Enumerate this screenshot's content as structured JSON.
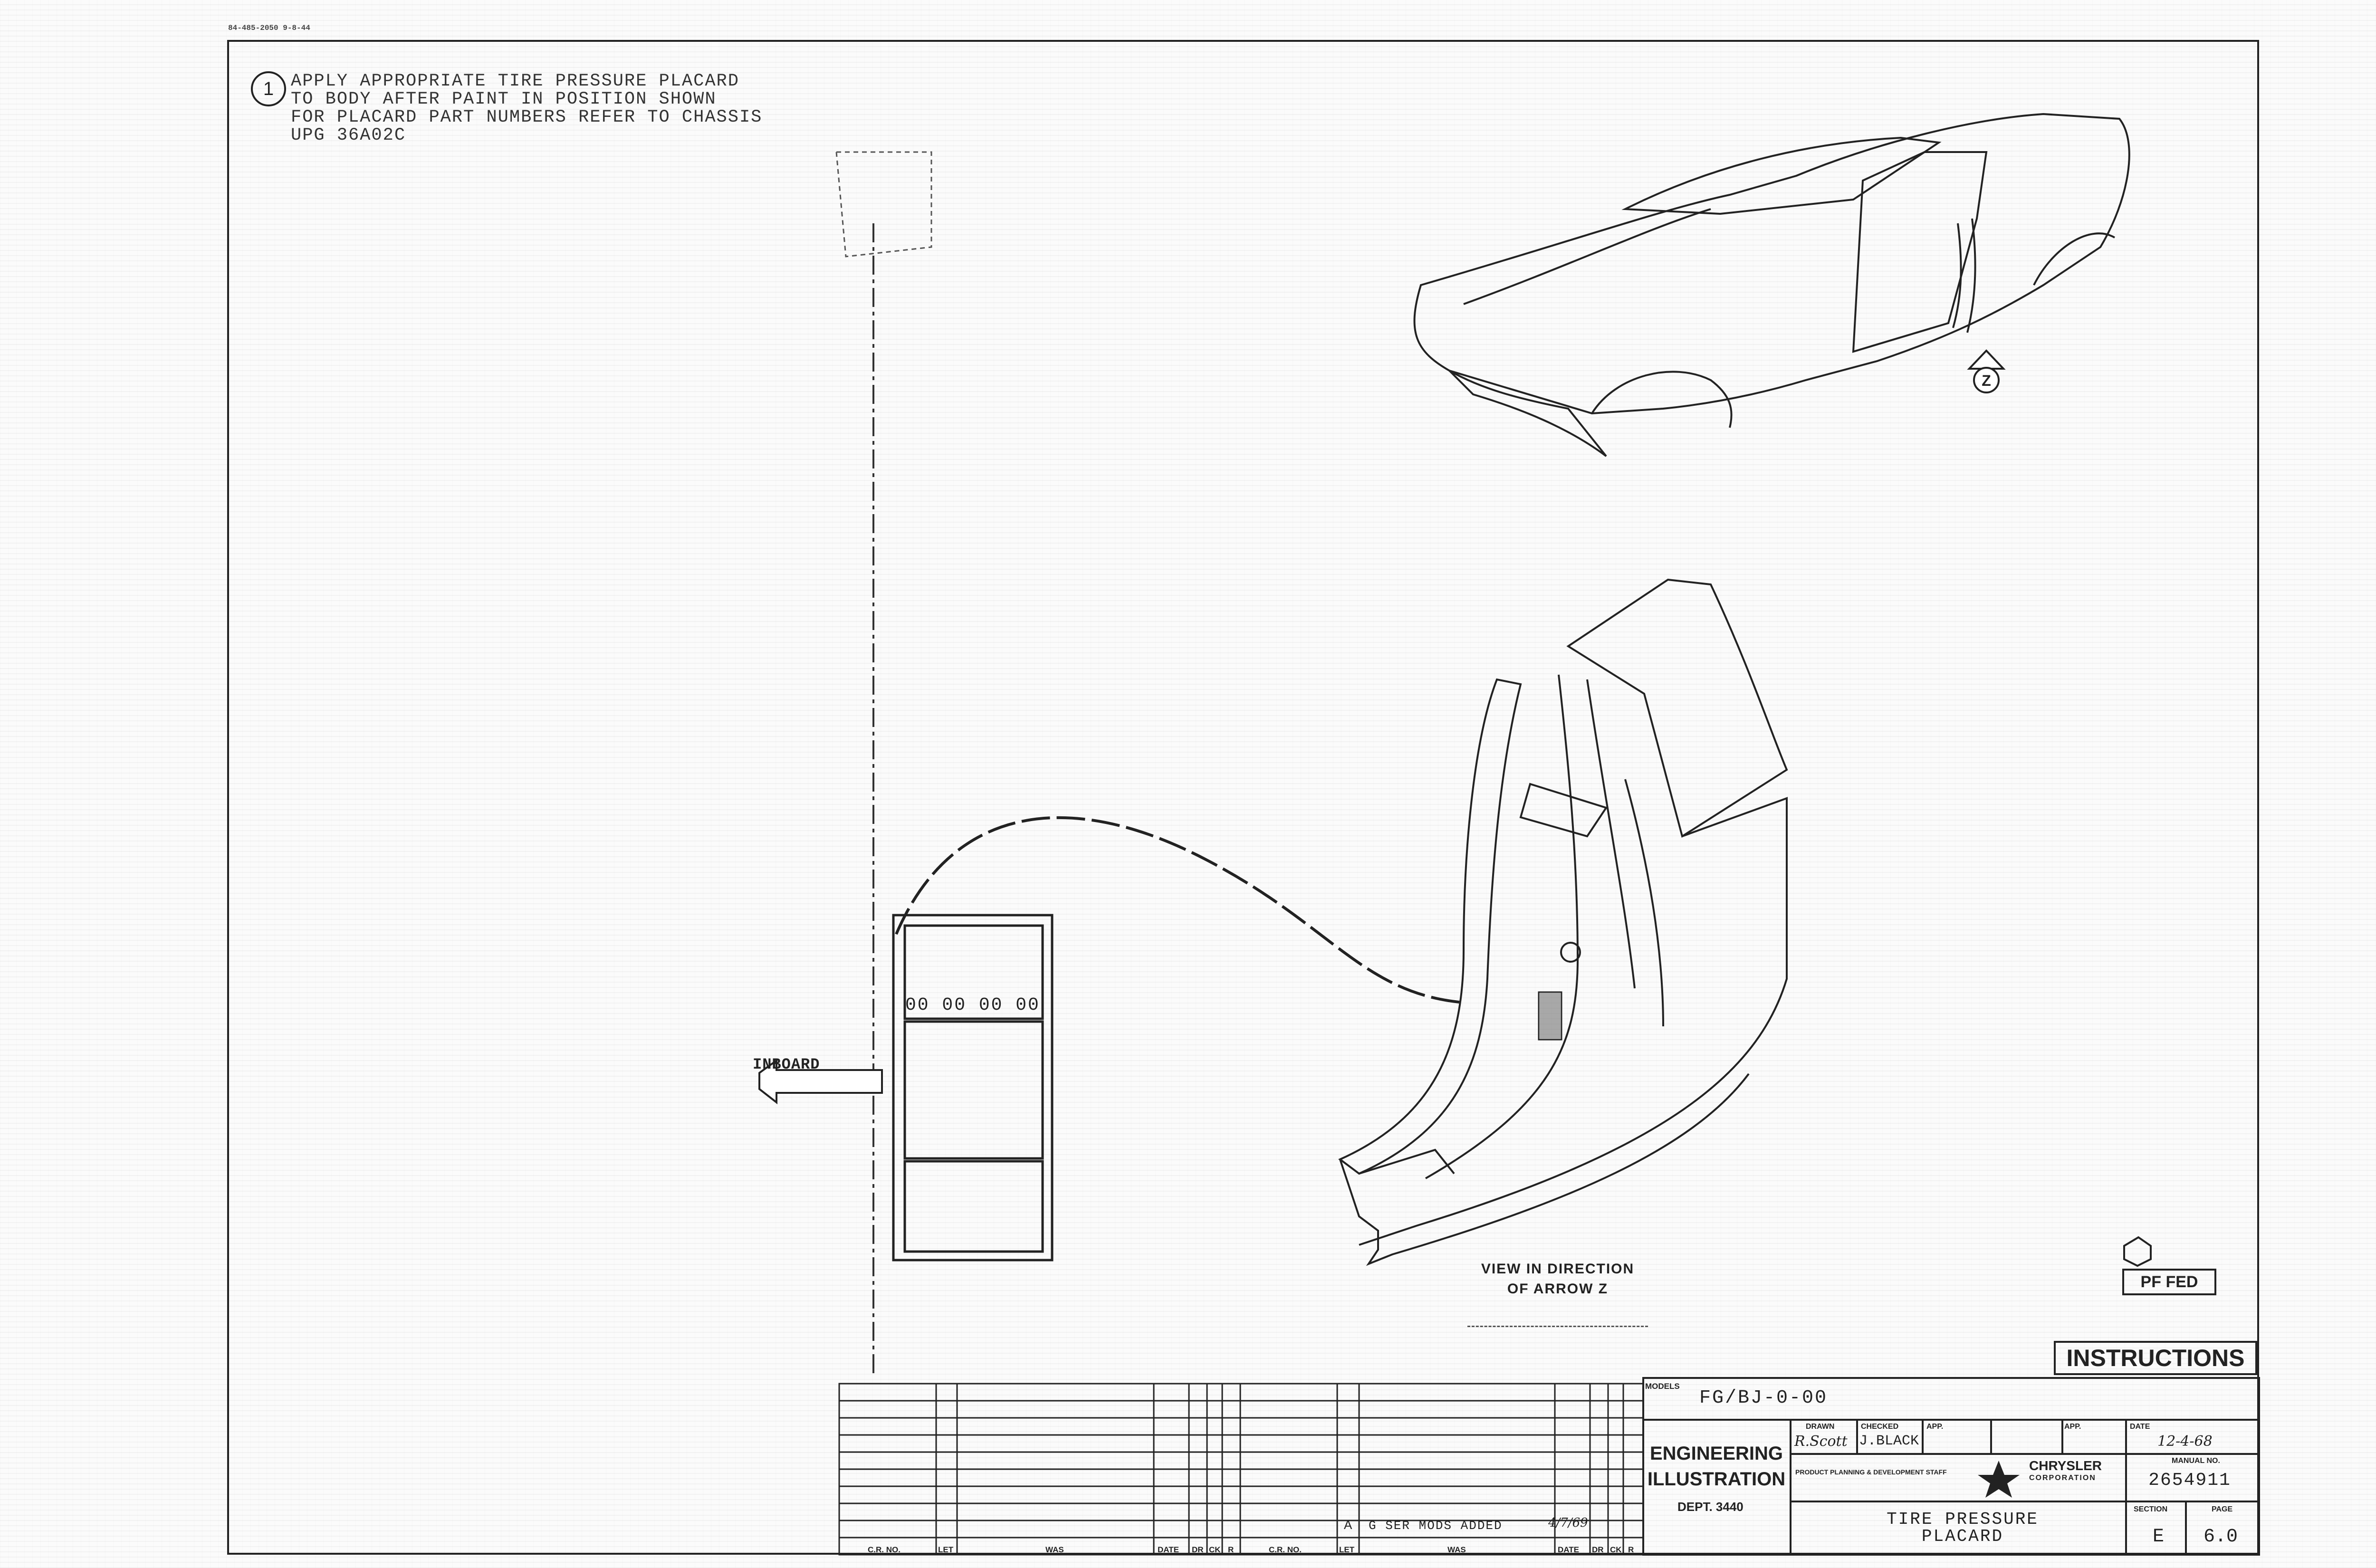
{
  "doc_number": "84-485-2050 9-8-44",
  "note": {
    "number": "1",
    "lines": [
      "APPLY APPROPRIATE TIRE PRESSURE PLACARD",
      "TO BODY AFTER PAINT IN POSITION SHOWN",
      "FOR PLACARD PART NUMBERS REFER TO CHASSIS",
      "UPG 36A02C"
    ]
  },
  "callout_letter": "Z",
  "placard_code": "00 00 00 00",
  "inboard_label": "INBOARD",
  "view_label": {
    "line1": "VIEW IN DIRECTION",
    "line2": "OF ARROW Z"
  },
  "pf_fed": "PF FED",
  "instructions": "INSTRUCTIONS",
  "title_block": {
    "models_label": "MODELS",
    "models": "FG/BJ-0-00",
    "dept_name_1": "ENGINEERING",
    "dept_name_2": "ILLUSTRATION",
    "dept": "DEPT. 3440",
    "drawn_label": "DRAWN",
    "drawn": "R.Scott",
    "checked_label": "CHECKED",
    "checked": "J.BLACK",
    "app_label": "APP.",
    "date_label": "DATE",
    "date": "12-4-68",
    "ppd": "PRODUCT PLANNING & DEVELOPMENT STAFF",
    "company": "CHRYSLER",
    "company_sub": "CORPORATION",
    "manual_label": "MANUAL NO.",
    "manual_no": "2654911",
    "title_1": "TIRE PRESSURE",
    "title_2": "PLACARD",
    "section_label": "SECTION",
    "section": "E",
    "page_label": "PAGE",
    "page": "6.0"
  },
  "revision": {
    "letter": "A",
    "description": "G SER MODS ADDED",
    "date": "4/7/69",
    "columns": [
      "C.R. NO.",
      "LET",
      "WAS",
      "DATE",
      "DR",
      "CK",
      "R",
      "C.R. NO.",
      "LET",
      "WAS",
      "DATE",
      "DR",
      "CK",
      "R"
    ]
  }
}
